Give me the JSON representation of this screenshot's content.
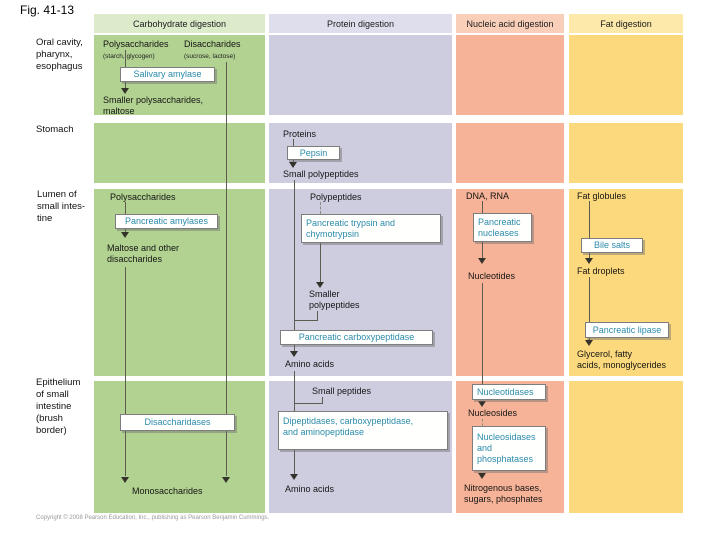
{
  "figure_label": "Fig. 41-13",
  "copyright": "Copyright © 2008 Pearson Education, Inc., publishing as Pearson Benjamin Cummings.",
  "colors": {
    "carb_header_bg": "#dcebca",
    "carb_body_bg": "#b2d291",
    "protein_header_bg": "#dfdeed",
    "protein_body_bg": "#cecddf",
    "nucleic_header_bg": "#f9cfb9",
    "nucleic_body_bg": "#f6b397",
    "fat_header_bg": "#fde9a9",
    "fat_body_bg": "#fcd97c",
    "enzyme_text": "#2b8bab",
    "line": "#5c5c50"
  },
  "columns": {
    "carb": {
      "header": "Carbohydrate digestion"
    },
    "protein": {
      "header": "Protein digestion"
    },
    "nucleic": {
      "header": "Nucleic acid digestion"
    },
    "fat": {
      "header": "Fat digestion"
    }
  },
  "rows": {
    "oral": {
      "label": "Oral cavity,\npharynx,\nesophagus"
    },
    "stomach": {
      "label": "Stomach"
    },
    "lumen": {
      "label": "Lumen of\nsmall intes-\ntine"
    },
    "epithelium": {
      "label": "Epithelium\nof small\nintestine\n(brush\nborder)"
    }
  },
  "oral": {
    "polysaccharides": "Polysaccharides",
    "polysaccharides_note": "(starch, glycogen)",
    "disaccharides": "Disaccharides",
    "disaccharides_note": "(sucrose, lactose)",
    "enzyme_salivary": "Salivary amylase",
    "product": "Smaller polysaccharides,\nmaltose"
  },
  "stomach": {
    "proteins": "Proteins",
    "enzyme_pepsin": "Pepsin",
    "product": "Small polypeptides"
  },
  "lumen": {
    "carb_substrate": "Polysaccharides",
    "carb_enzyme": "Pancreatic amylases",
    "carb_product": "Maltose and other\ndisaccharides",
    "protein_substrate": "Polypeptides",
    "protein_enzyme1": "Pancreatic trypsin and\nchymotrypsin",
    "protein_mid": "Smaller\npolypeptides",
    "protein_enzyme2": "Pancreatic carboxypeptidase",
    "protein_product": "Amino acids",
    "nucleic_substrate": "DNA, RNA",
    "nucleic_enzyme": "Pancreatic\nnucleases",
    "nucleic_product": "Nucleotides",
    "fat_substrate": "Fat globules",
    "fat_enzyme1": "Bile salts",
    "fat_mid": "Fat droplets",
    "fat_enzyme2": "Pancreatic lipase",
    "fat_product": "Glycerol, fatty\nacids, monoglycerides"
  },
  "epithelium": {
    "carb_enzyme": "Disaccharidases",
    "carb_product": "Monosaccharides",
    "protein_substrate": "Small peptides",
    "protein_enzyme": "Dipeptidases, carboxypeptidase,\nand aminopeptidase",
    "protein_product": "Amino acids",
    "nucleic_enzyme1": "Nucleotidases",
    "nucleic_mid": "Nucleosides",
    "nucleic_enzyme2": "Nucleosidases\nand\nphosphatases",
    "nucleic_product": "Nitrogenous bases,\nsugars, phosphates"
  }
}
